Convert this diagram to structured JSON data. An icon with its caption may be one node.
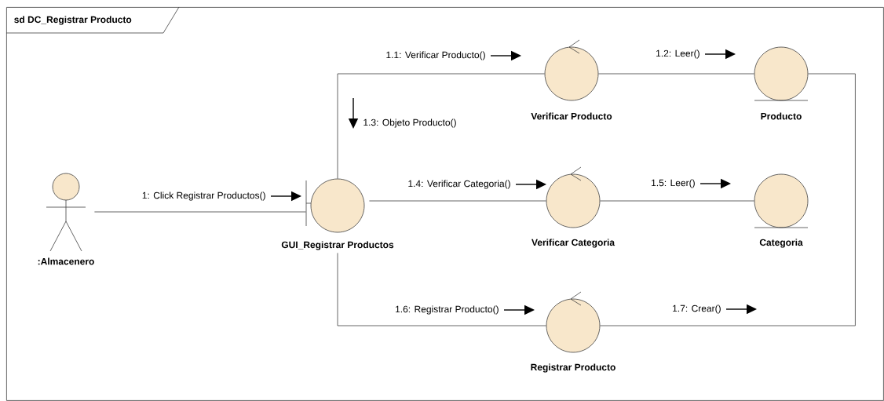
{
  "diagram": {
    "nodes": [
      {
        "text": [
          "sd DC_Registrar Producto"
        ]
      },
      {
        "text": [
          ":Almacenero"
        ],
        "in": 0
      },
      {
        "text": [
          "GUI_Registrar Productos"
        ],
        "in": 0
      },
      {
        "text": [
          "Verificar Producto"
        ],
        "in": 0
      },
      {
        "text": [
          "Producto"
        ],
        "in": 0
      },
      {
        "text": [
          "Verificar Categoria"
        ],
        "in": 0
      },
      {
        "text": [
          "Categoria"
        ],
        "in": 0
      },
      {
        "text": [
          "Registrar Producto"
        ],
        "in": 0
      }
    ],
    "edges": [
      {
        "from": 1,
        "to": 2,
        "arrow": "none",
        "label": "1: Click Registrar Productos()"
      },
      {
        "from": 2,
        "to": 3,
        "arrow": "none",
        "label": "1.1: Verificar Producto()"
      },
      {
        "from": 3,
        "to": 4,
        "arrow": "none",
        "label": "1.2: Leer()"
      },
      {
        "from": 2,
        "to": 5,
        "arrow": "none",
        "label": "1.4: Verificar Categoria()"
      },
      {
        "from": 5,
        "to": 6,
        "arrow": "none",
        "label": "1.5: Leer()"
      },
      {
        "from": 2,
        "to": 7,
        "arrow": "none",
        "label": "1.6: Registrar Producto()"
      },
      {
        "from": 7,
        "to": 4,
        "arrow": "none",
        "label": "1.7: Crear()"
      }
    ],
    "labels": [
      "1.3: Objeto Producto()"
    ]
  }
}
